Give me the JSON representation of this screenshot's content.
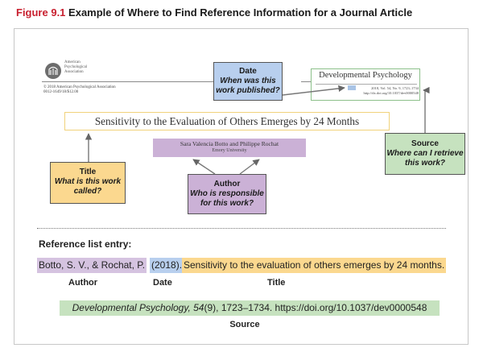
{
  "figure": {
    "number": "Figure 9.1",
    "caption": "Example of Where to Find Reference Information for a Journal Article"
  },
  "journal_header": {
    "publisher_line1": "American",
    "publisher_line2": "Psychological",
    "publisher_line3": "Association",
    "copyright_line1": "© 2018 American Psychological Association",
    "copyright_line2": "0012-1649/18/$12.00",
    "journal_name": "Developmental Psychology",
    "citation_line1": "2018, Vol. 54, No. 9, 1723–1734",
    "citation_line2": "http://dx.doi.org/10.1037/dev0000548"
  },
  "article": {
    "title": "Sensitivity to the Evaluation of Others Emerges by 24 Months",
    "authors": "Sara Valencia Botto and Philippe Rochat",
    "affiliation": "Emory University"
  },
  "callouts": {
    "date": {
      "head": "Date",
      "question": "When was this work published?"
    },
    "source": {
      "head": "Source",
      "question": "Where can I retrieve this work?"
    },
    "title": {
      "head": "Title",
      "question": "What is this work called?"
    },
    "author": {
      "head": "Author",
      "question": "Who is responsible for this work?"
    }
  },
  "reference": {
    "label": "Reference list entry:",
    "author": "Botto, S. V., & Rochat, P.",
    "date": "(2018).",
    "title": "Sensitivity to the evaluation of others emerges by 24 months.",
    "source_journal": "Developmental Psychology, 54",
    "source_rest": "(9), 1723–1734. https://doi.org/10.1037/dev0000548",
    "captions": {
      "author": "Author",
      "date": "Date",
      "title": "Title",
      "source": "Source"
    }
  },
  "colors": {
    "figure_number": "#c8202f",
    "author": "#cbb1d6",
    "date": "#b8cfee",
    "title": "#fbd88f",
    "source": "#c6e2bf"
  },
  "icons": {
    "publisher_logo": "apa-logo-icon"
  }
}
